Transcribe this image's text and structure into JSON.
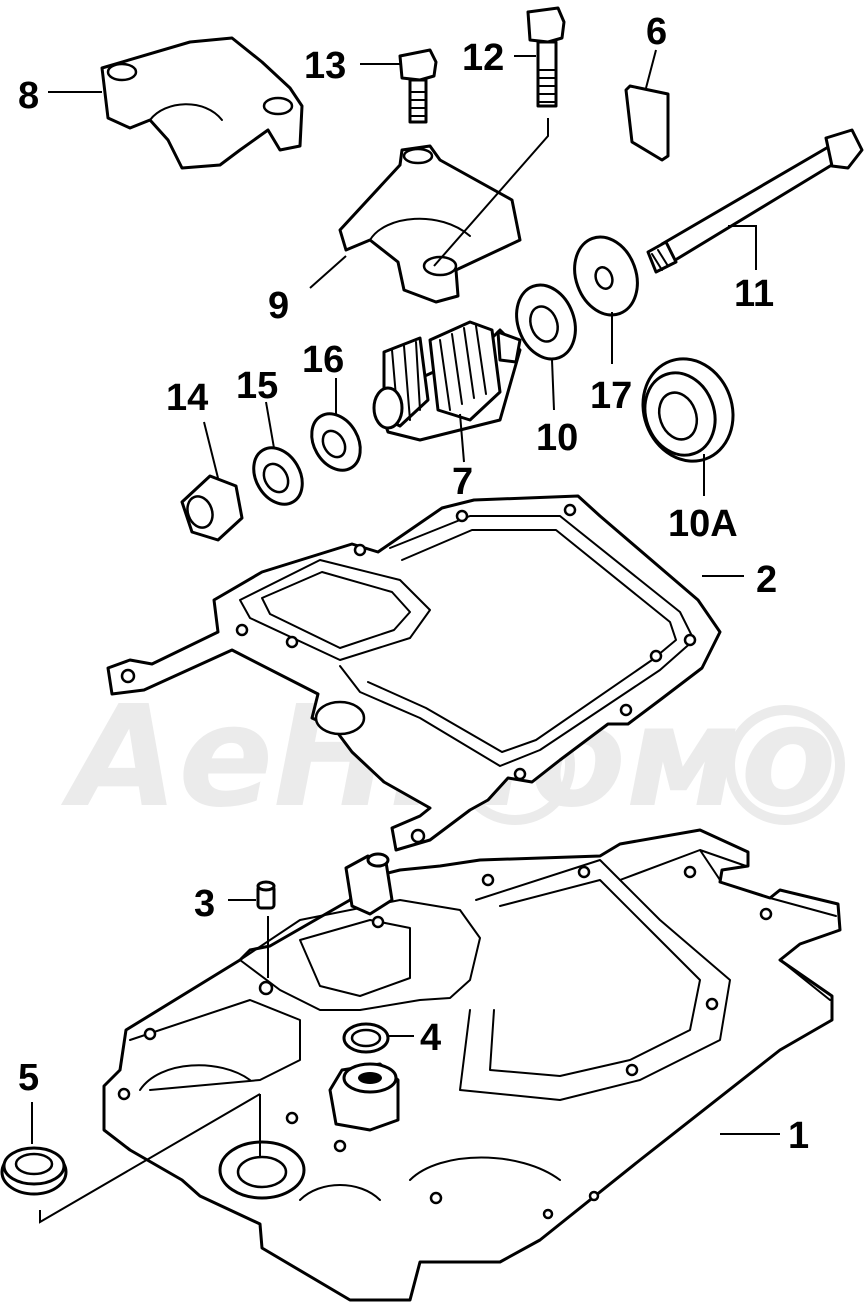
{
  "diagram": {
    "watermark": "AeHMoмo",
    "callouts": {
      "c1": "1",
      "c2": "2",
      "c3": "3",
      "c4": "4",
      "c5": "5",
      "c6": "6",
      "c7": "7",
      "c8": "8",
      "c9": "9",
      "c10": "10",
      "c10a": "10A",
      "c11": "11",
      "c12": "12",
      "c13": "13",
      "c14": "14",
      "c15": "15",
      "c16": "16",
      "c17": "17"
    }
  }
}
